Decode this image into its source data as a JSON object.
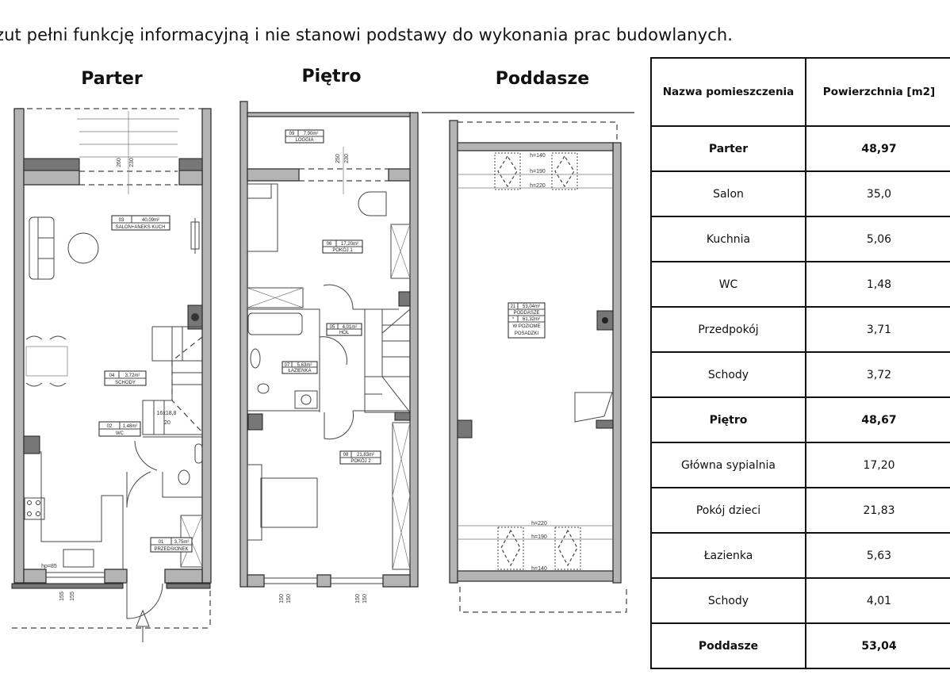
{
  "notice": "zut pełni funkcję informacyjną i nie stanowi podstawy do wykonania prac budowlanych.",
  "floors": {
    "parter": {
      "title": "Parter",
      "rooms": {
        "salon": {
          "no": "03",
          "area": "40,09m²",
          "name": "SALON+ANEKS KUCH"
        },
        "schody": {
          "no": "04",
          "area": "3,72m²",
          "name": "SCHODY"
        },
        "wc": {
          "no": "02",
          "area": "1,48m²",
          "name": "WC"
        },
        "przedsionek": {
          "no": "01",
          "area": "3,75m²",
          "name": "PRZEDSIONEK"
        }
      },
      "stairs_spec": "16x18,8",
      "stairs_count": "20",
      "hp": "hp=85",
      "dims": {
        "d1": "260",
        "d2": "230",
        "d3": "155",
        "d4": "155"
      }
    },
    "pietro": {
      "title": "Piętro",
      "rooms": {
        "loggia": {
          "no": "09",
          "area": "7,90m²",
          "name": "LOGGIA"
        },
        "pokoj1": {
          "no": "06",
          "area": "17,20m²",
          "name": "POKÓJ 1"
        },
        "hol": {
          "no": "05",
          "area": "4,01m²",
          "name": "HOL"
        },
        "lazienka": {
          "no": "07",
          "area": "5,63m²",
          "name": "ŁAZIENKA"
        },
        "pokoj2": {
          "no": "08",
          "area": "21,83m²",
          "name": "POKÓJ 2"
        }
      },
      "dims": {
        "d1": "250",
        "d2": "230",
        "d3": "150",
        "d4": "150",
        "d5": "150",
        "d6": "150"
      }
    },
    "poddasze": {
      "title": "Poddasze",
      "room": {
        "no": "21",
        "area": "53,04m²",
        "name": "PODDASZE",
        "mark": "*",
        "area2": "61,32m²",
        "note1": "W POZIOME",
        "note2": "POSADZKI"
      },
      "heights": {
        "h140": "h=140",
        "h190": "h=190",
        "h220": "h=220"
      }
    }
  },
  "table": {
    "headers": [
      "Nazwa pomieszczenia",
      "Powierzchnia [m2]"
    ],
    "rows": [
      {
        "name": "Parter",
        "area": "48,97",
        "bold": true
      },
      {
        "name": "Salon",
        "area": "35,0"
      },
      {
        "name": "Kuchnia",
        "area": "5,06"
      },
      {
        "name": "WC",
        "area": "1,48"
      },
      {
        "name": "Przedpokój",
        "area": "3,71"
      },
      {
        "name": "Schody",
        "area": "3,72"
      },
      {
        "name": "Piętro",
        "area": "48,67",
        "bold": true
      },
      {
        "name": "Główna sypialnia",
        "area": "17,20"
      },
      {
        "name": "Pokój dzieci",
        "area": "21,83"
      },
      {
        "name": "Łazienka",
        "area": "5,63"
      },
      {
        "name": "Schody",
        "area": "4,01"
      },
      {
        "name": "Poddasze",
        "area": "53,04",
        "bold": true
      }
    ]
  }
}
